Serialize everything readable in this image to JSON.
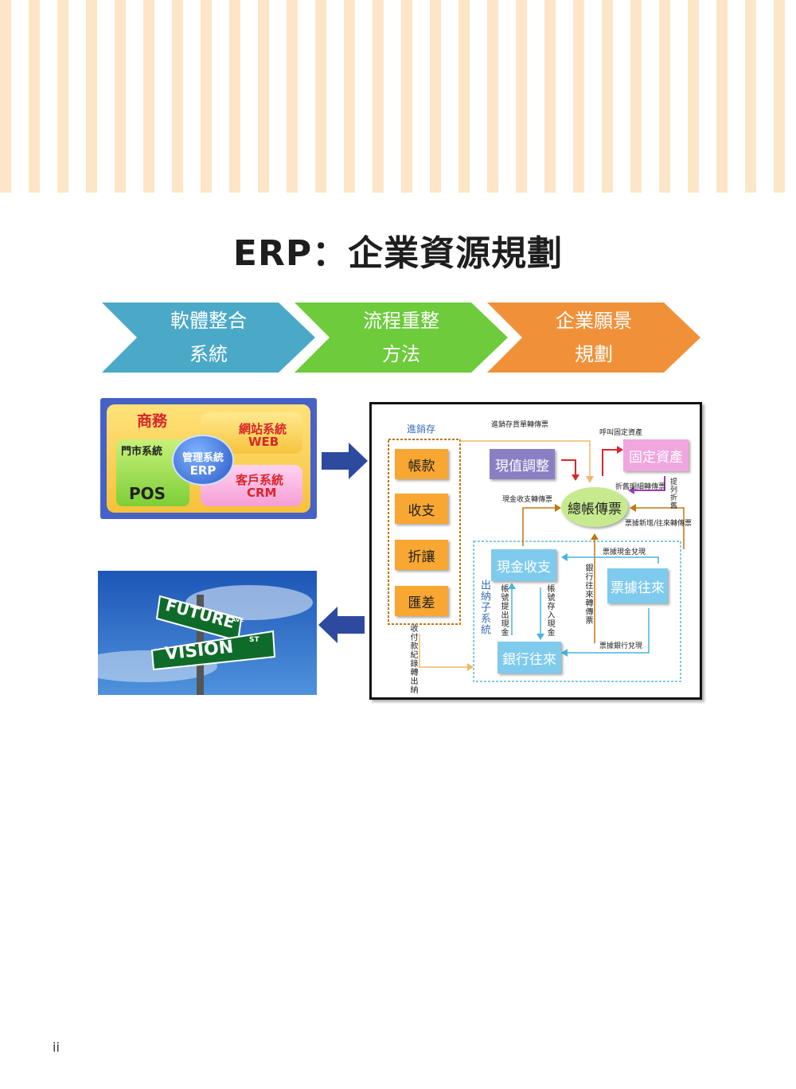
{
  "title": "ERP：企業資源規劃",
  "steps": [
    {
      "line1": "軟體整合",
      "line2": "系統",
      "color": "#4ba9c8"
    },
    {
      "line1": "流程重整",
      "line2": "方法",
      "color": "#6dcb3c"
    },
    {
      "line1": "企業願景",
      "line2": "規劃",
      "color": "#f0913a"
    }
  ],
  "system_box": {
    "commerce": "商務",
    "store": "門市系統",
    "pos": "POS",
    "web_cn": "網站系統",
    "web": "WEB",
    "center_cn": "管理系統",
    "center": "ERP",
    "crm_cn": "客戶系統",
    "crm": "CRM"
  },
  "vision_sign": {
    "future": "FUTURE",
    "future_suffix": "AVE",
    "vision": "VISION",
    "vision_suffix": "ST"
  },
  "flow": {
    "inventory_label": "進銷存",
    "inventory_items": [
      "帳款",
      "收支",
      "折讓",
      "匯差"
    ],
    "current_adjust": "現值調整",
    "fixed_assets": "固定資產",
    "general_ledger": "總帳傳票",
    "cash": "現金收支",
    "notes": "票據往來",
    "bank": "銀行往來",
    "cashier_system": "出納子系統",
    "note_top": "進銷存貨單轉傳票",
    "note_fixed": "呼叫固定資產",
    "note_depr_detail": "折舊明細轉傳票",
    "note_depr": "提列折舊",
    "note_cash_voucher": "現金收支轉傳票",
    "note_bill_voucher": "票據新增/往來轉傳票",
    "note_bill_cash": "票據現金兌現",
    "note_bank_voucher": "銀行往來轉傳票",
    "note_withdraw": "帳號提出現金",
    "note_deposit": "帳號存入現金",
    "note_bill_bank": "票據銀行兌現",
    "note_receipt": "收付款紀錄轉出納"
  },
  "page_number": "ii"
}
